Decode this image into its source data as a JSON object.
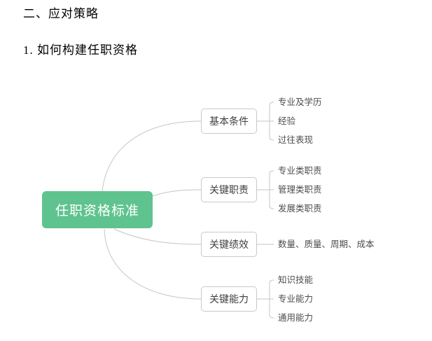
{
  "document": {
    "heading1": "二、应对策略",
    "heading2": "1. 如何构建任职资格"
  },
  "mindmap": {
    "root": {
      "label": "任职资格标准"
    },
    "branches": [
      {
        "label": "基本条件",
        "children": [
          "专业及学历",
          "经验",
          "过往表现"
        ]
      },
      {
        "label": "关键职责",
        "children": [
          "专业类职责",
          "管理类职责",
          "发展类职责"
        ]
      },
      {
        "label": "关键绩效",
        "children": [
          "数量、质量、周期、成本"
        ]
      },
      {
        "label": "关键能力",
        "children": [
          "知识技能",
          "专业能力",
          "通用能力"
        ]
      }
    ],
    "colors": {
      "root_fill": "#5fc38f",
      "root_text": "#ffffff",
      "branch_border": "#c9c9c9",
      "branch_text": "#404040",
      "child_text": "#4d4d4d",
      "connector": "#c5c5c5",
      "heading_text": "#000000"
    }
  }
}
